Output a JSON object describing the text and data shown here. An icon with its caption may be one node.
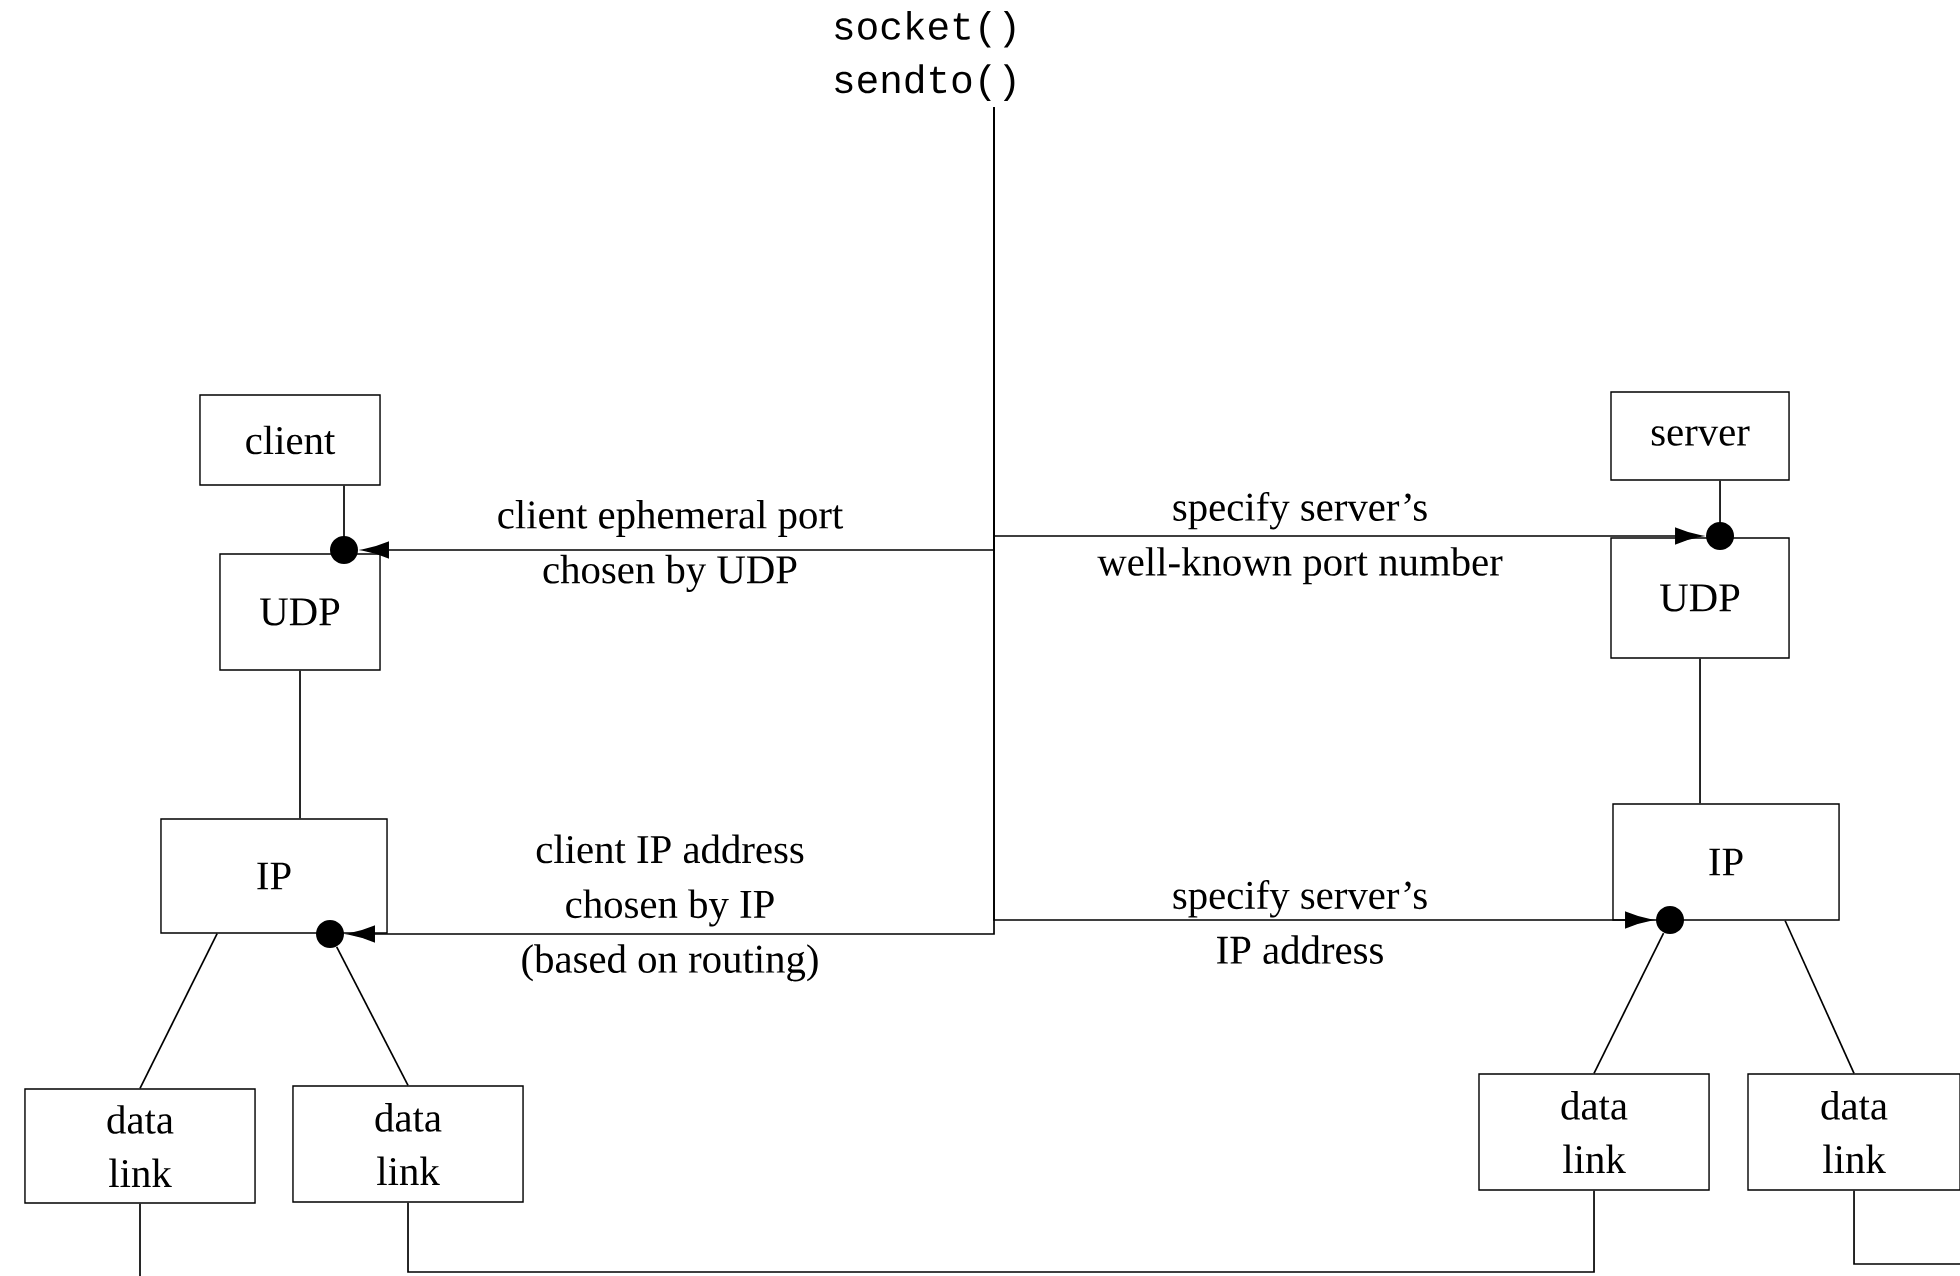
{
  "diagram": {
    "nodes": [
      {
        "text": [
          "socket() sendto()"
        ]
      },
      {
        "text": [
          "client"
        ]
      },
      {
        "text": [
          "server"
        ]
      },
      {
        "text": [],
        "shape": "circle"
      },
      {
        "text": [
          "UDP"
        ]
      },
      {
        "text": [],
        "shape": "circle"
      },
      {
        "text": [
          "UDP"
        ]
      },
      {
        "text": [
          "IP"
        ]
      },
      {
        "text": [],
        "shape": "circle"
      },
      {
        "text": [
          "IP"
        ]
      },
      {
        "text": [],
        "shape": "circle"
      },
      {
        "text": [
          "data link"
        ]
      },
      {
        "text": [
          "data link"
        ]
      },
      {
        "text": [
          "data link"
        ]
      },
      {
        "text": [
          "data link"
        ]
      }
    ],
    "edges": [
      {
        "from": 1,
        "to": 4,
        "arrow": "none"
      },
      {
        "from": 2,
        "to": 6,
        "arrow": "none"
      },
      {
        "from": 4,
        "to": 7,
        "arrow": "none"
      },
      {
        "from": 6,
        "to": 9,
        "arrow": "none"
      },
      {
        "from": 7,
        "to": 11,
        "arrow": "none"
      },
      {
        "from": 8,
        "to": 12,
        "arrow": "none"
      },
      {
        "from": 10,
        "to": 13,
        "arrow": "none"
      },
      {
        "from": 9,
        "to": 14,
        "arrow": "none"
      },
      {
        "from": 12,
        "to": 13,
        "arrow": "none"
      },
      {
        "from": 11,
        "to": null,
        "arrow": "none"
      },
      {
        "from": 14,
        "to": null,
        "arrow": "none"
      },
      {
        "from": 0,
        "to": 3,
        "arrow": "to",
        "label": "client ephemeral port chosen by UDP"
      },
      {
        "from": 0,
        "to": 5,
        "arrow": "to",
        "label": "specify server’s well-known port number"
      },
      {
        "from": 0,
        "to": 8,
        "arrow": "to",
        "label": "client IP address chosen by IP (based on routing)"
      },
      {
        "from": 0,
        "to": 10,
        "arrow": "to",
        "label": "specify server’s IP address"
      }
    ]
  }
}
